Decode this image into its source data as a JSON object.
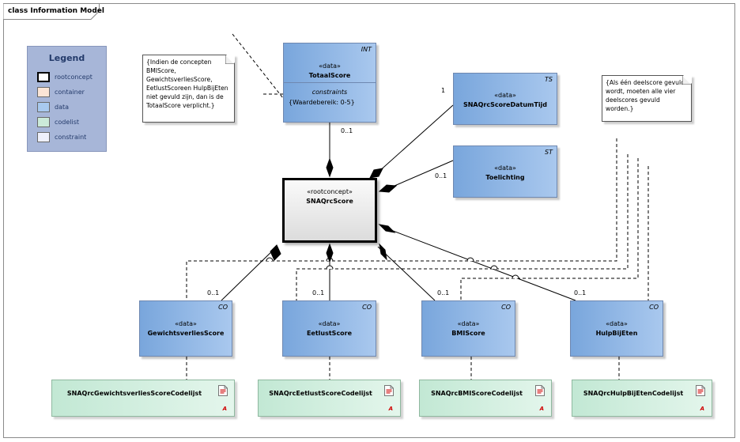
{
  "diagram": {
    "frame_title": "class Information Model",
    "legend": {
      "title": "Legend",
      "items": [
        {
          "label": "rootconcept",
          "color": "#ffffff"
        },
        {
          "label": "container",
          "color": "#fbe5d6"
        },
        {
          "label": "data",
          "color": "#a8c9ee"
        },
        {
          "label": "codelist",
          "color": "#cbead9"
        },
        {
          "label": "constraint",
          "color": "#eef0fb"
        }
      ]
    },
    "notes": {
      "left": {
        "lines": [
          "{Indien de concepten",
          "BMIScore,",
          "GewichtsverliesScore,",
          "EetlustScoreen HulpBijEten",
          "niet gevuld zijn, dan is de",
          "TotaalScore verplicht.}"
        ]
      },
      "right": {
        "lines": [
          "{Als één deelscore gevuld",
          "wordt, moeten alle vier",
          "deelscores gevuld worden.}"
        ]
      }
    },
    "root": {
      "stereotype": "«rootconcept»",
      "name": "SNAQrcScore"
    },
    "totaal": {
      "stereotype": "«data»",
      "name": "TotaalScore",
      "type": "INT",
      "constraints_label": "constraints",
      "constraint": "{Waardebereik: 0-5}"
    },
    "datumtijd": {
      "stereotype": "«data»",
      "name": "SNAQrcScoreDatumTijd",
      "type": "TS"
    },
    "toelichting": {
      "stereotype": "«data»",
      "name": "Toelichting",
      "type": "ST"
    },
    "gewichtsverlies": {
      "stereotype": "«data»",
      "name": "GewichtsverliesScore",
      "type": "CO"
    },
    "eetlust": {
      "stereotype": "«data»",
      "name": "EetlustScore",
      "type": "CO"
    },
    "bmi": {
      "stereotype": "«data»",
      "name": "BMIScore",
      "type": "CO"
    },
    "hulp": {
      "stereotype": "«data»",
      "name": "HulpBijEten",
      "type": "CO"
    },
    "codelists": {
      "gewichtsverlies": {
        "name": "SNAQrcGewichtsverliesScoreCodelijst",
        "flag": "A"
      },
      "eetlust": {
        "name": "SNAQrcEetlustScoreCodelijst",
        "flag": "A"
      },
      "bmi": {
        "name": "SNAQrcBMIScoreCodelijst",
        "flag": "A"
      },
      "hulp": {
        "name": "SNAQrcHulpBijEtenCodelijst",
        "flag": "A"
      }
    },
    "multiplicities": {
      "totaal": "0..1",
      "datumtijd": "1",
      "toelichting": "0..1",
      "gewichtsverlies": "0..1",
      "eetlust": "0..1",
      "bmi": "0..1",
      "hulp": "0..1"
    }
  }
}
